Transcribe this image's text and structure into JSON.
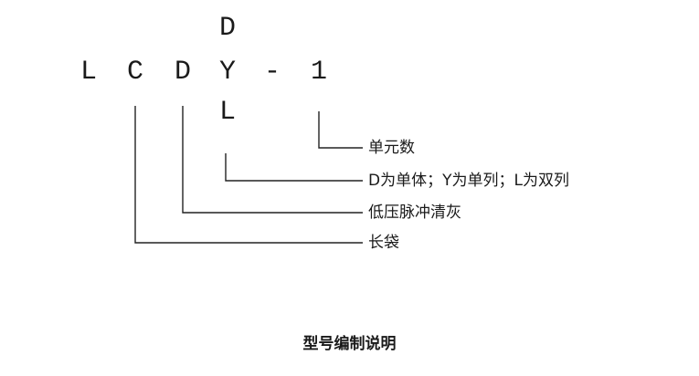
{
  "model": {
    "top": "D",
    "main": [
      "L",
      "C",
      "D",
      "Y",
      "-",
      "1"
    ],
    "bottom": "L"
  },
  "labels": {
    "units": "单元数",
    "type": "D为单体；Y为单列；L为双列",
    "pulse": "低压脉冲清灰",
    "bag": "长袋"
  },
  "caption": "型号编制说明"
}
